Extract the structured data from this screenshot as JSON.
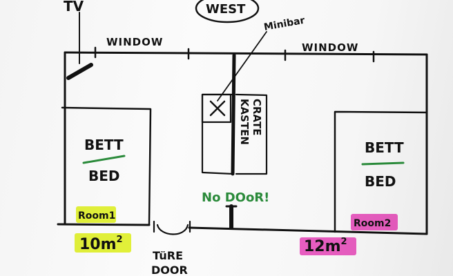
{
  "labels": {
    "tv": "TV",
    "west": "WEST",
    "window_left": "WINDOW",
    "window_right": "WINDOW",
    "minibar": "Minibar",
    "kasten": "KASTEN",
    "crate": "CRATE",
    "bed_left_top": "BETT",
    "bed_left_bottom": "BED",
    "bed_right_top": "BETT",
    "bed_right_bottom": "BED",
    "no_door": "No DOoR!",
    "room1": "Room1",
    "room2": "Room2",
    "area1": "10m",
    "area1_exp": "2",
    "area2": "12m",
    "area2_exp": "2",
    "door_de": "TüRE",
    "door_en": "DOOR"
  },
  "colors": {
    "ink": "#111111",
    "green_ink": "#2a8a3a",
    "highlight_yellow": "#e6f53a",
    "highlight_pink": "#ee4fc0"
  }
}
